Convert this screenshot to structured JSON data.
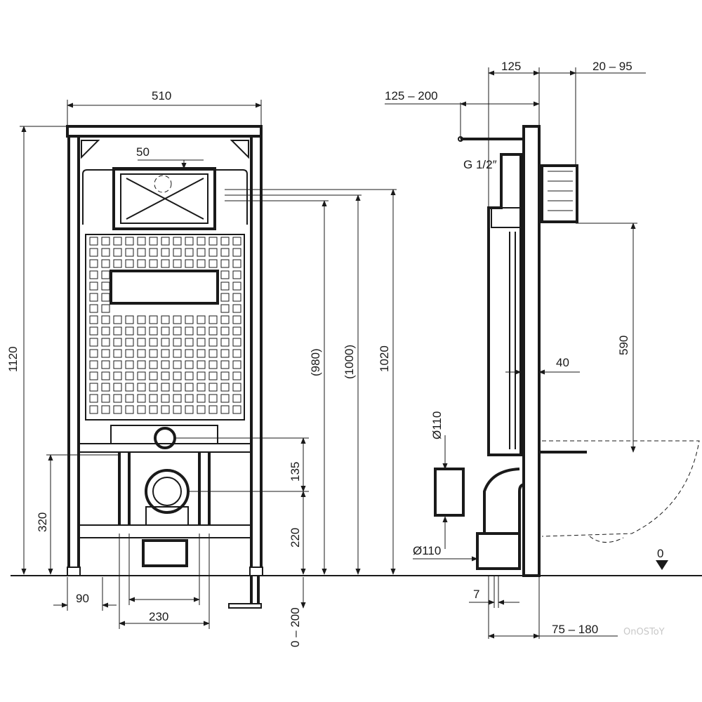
{
  "front_view": {
    "width": "510",
    "flush_plate_offset": "50",
    "total_height": "1120",
    "height_980": "(980)",
    "height_1000": "(1000)",
    "height_1020": "1020",
    "bolt_height": "320",
    "drain_spacing": "135",
    "drain_height": "220",
    "leg_extension": "0 – 200",
    "foot_width": "90",
    "bolt_spacing": "230"
  },
  "side_view": {
    "depth_125": "125",
    "depth_20_95": "20 – 95",
    "supply_offset": "125 – 200",
    "water_connection": "G 1/2″",
    "height_590": "590",
    "depth_40": "40",
    "pipe_diameter_top": "Ø110",
    "pipe_diameter_bottom": "Ø110",
    "offset_7": "7",
    "wall_offset": "75 – 180",
    "floor_level": "0"
  },
  "watermark": "OnOSToY"
}
